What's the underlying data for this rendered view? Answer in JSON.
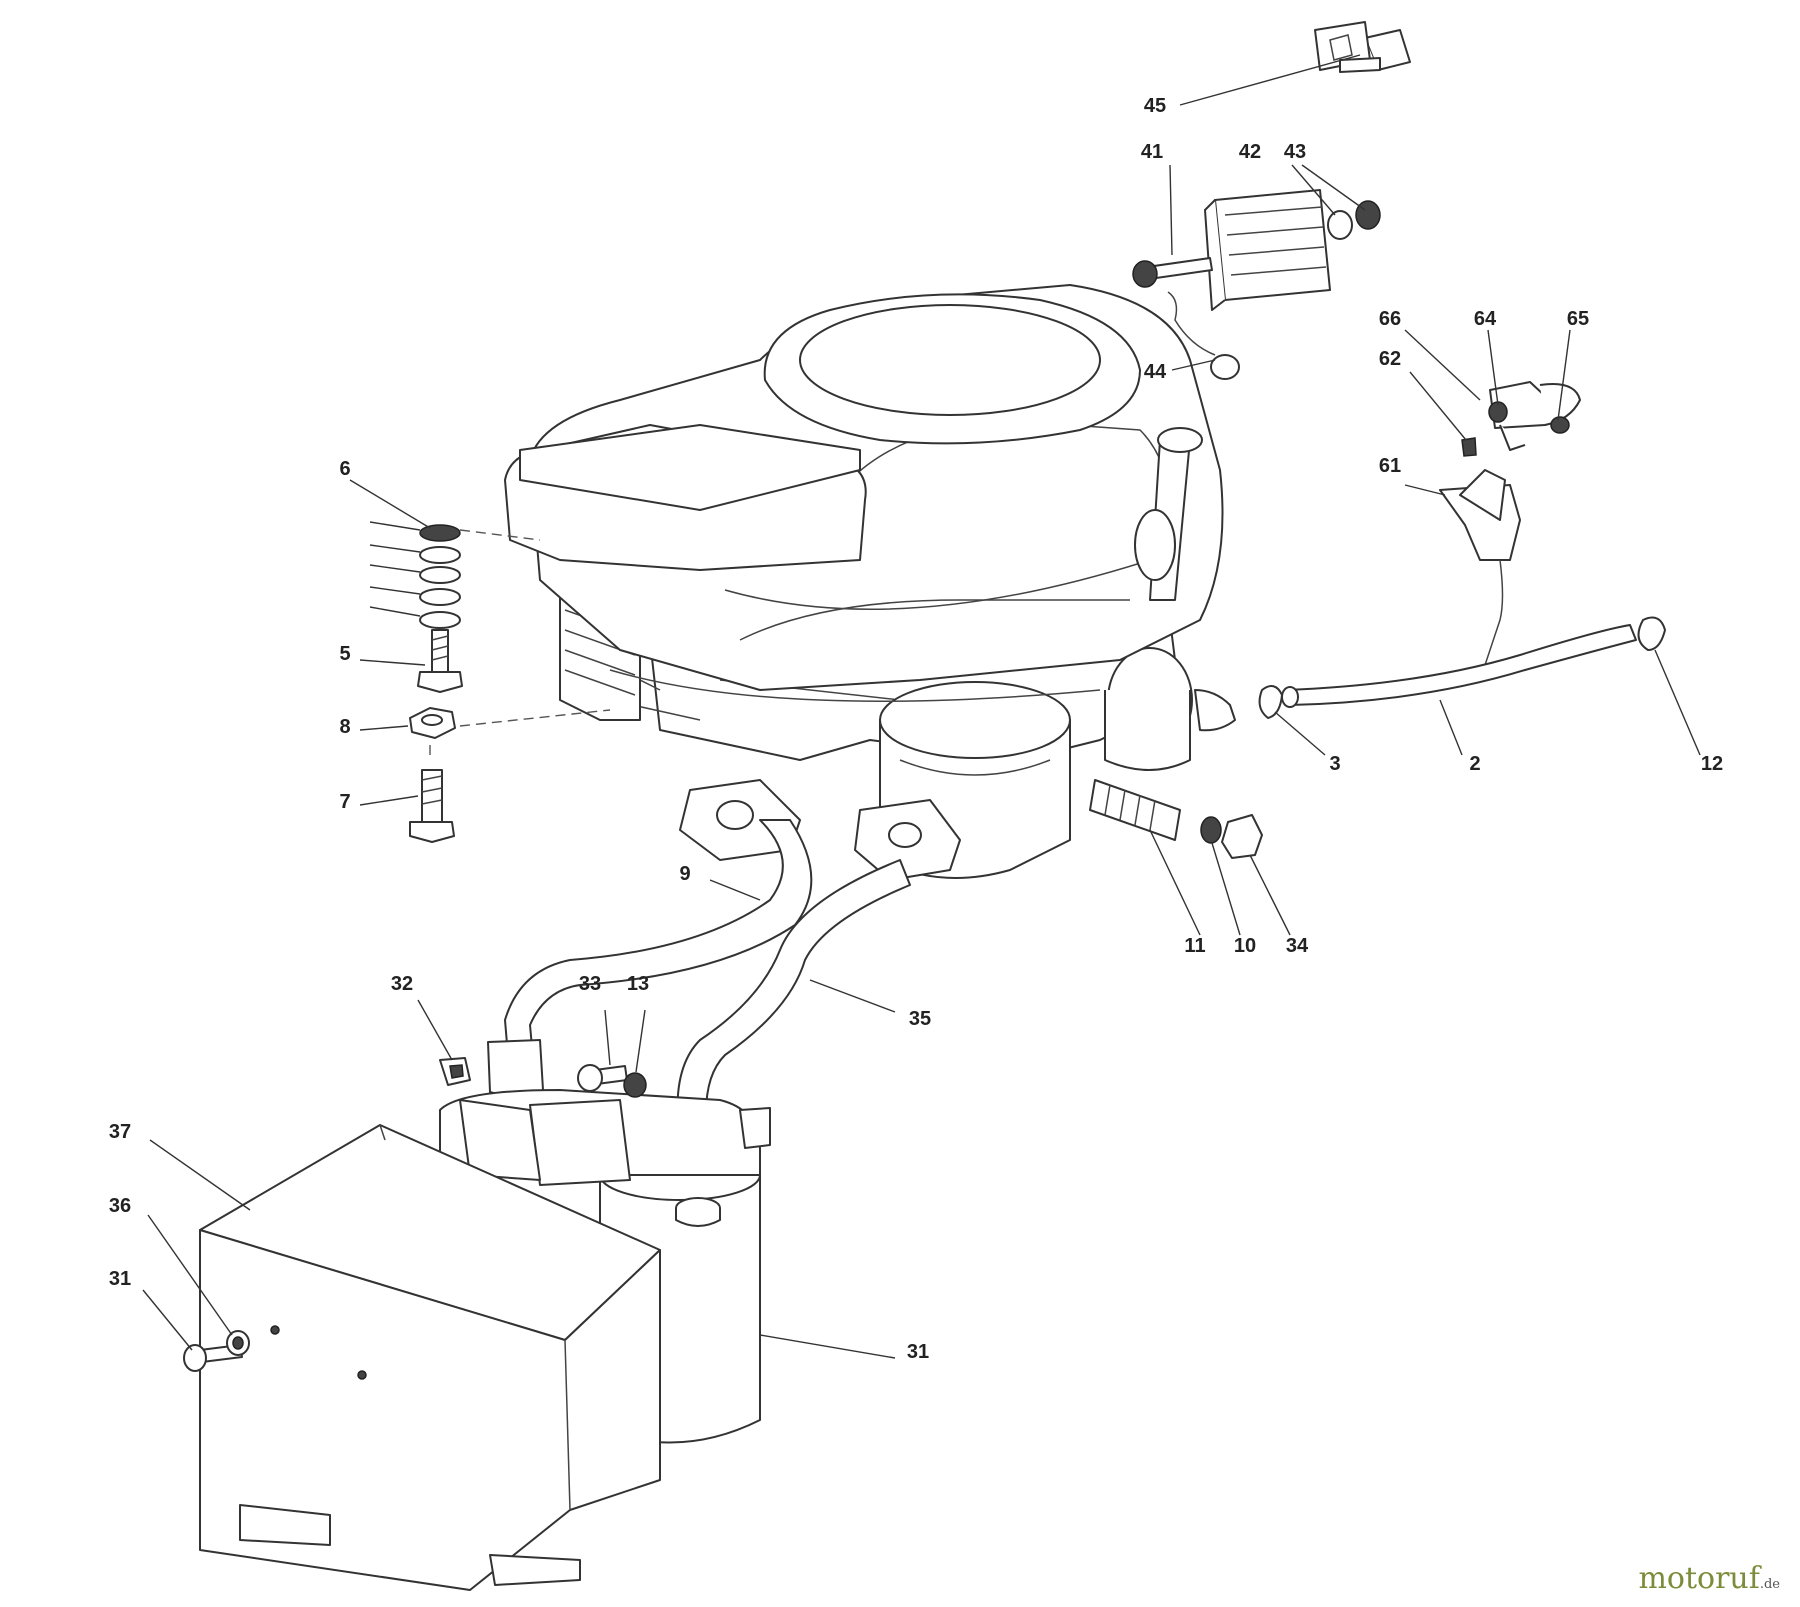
{
  "diagram": {
    "callouts": [
      "45",
      "41",
      "42",
      "43",
      "44",
      "66",
      "64",
      "65",
      "62",
      "61",
      "6",
      "5",
      "8",
      "7",
      "3",
      "2",
      "12",
      "9",
      "11",
      "10",
      "34",
      "32",
      "33",
      "13",
      "35",
      "37",
      "36",
      "31"
    ]
  },
  "watermark": {
    "brand": "motoruf",
    "suffix": ".de"
  }
}
